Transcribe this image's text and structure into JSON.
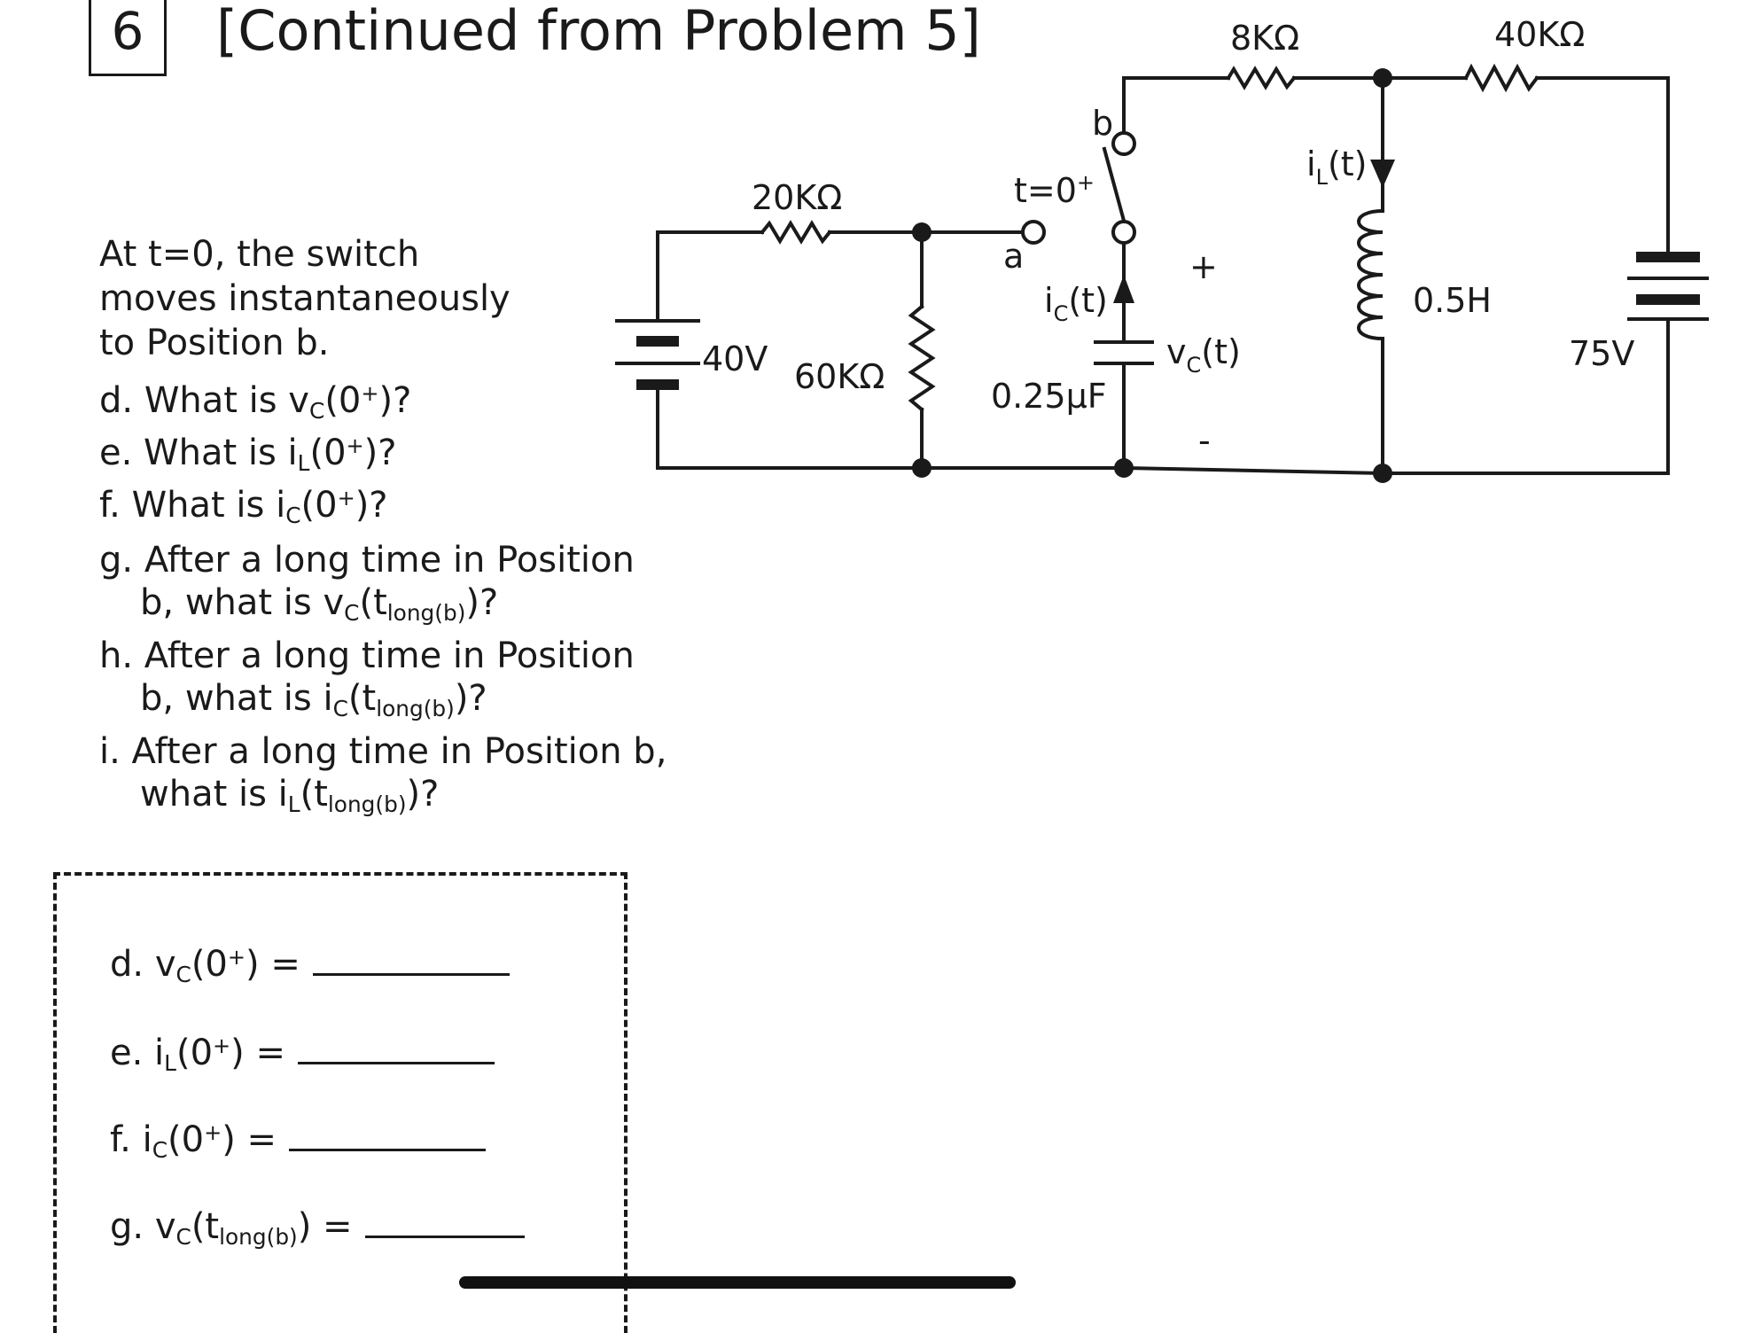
{
  "header": {
    "number": "6",
    "title": "[Continued from Problem 5]"
  },
  "intro": [
    "At t=0, the  switch",
    "moves instantaneously",
    "to Position b."
  ],
  "questions": {
    "d": "d. What is v",
    "d_sub": "C",
    "d_rest": "(0",
    "d_sup": "+",
    "d_end": ")?",
    "e": "e. What is i",
    "e_sub": "L",
    "e_rest": "(0",
    "e_sup": "+",
    "e_end": ")?",
    "f": "f. What is i",
    "f_sub": "C",
    "f_rest": "(0",
    "f_sup": "+",
    "f_end": ")?",
    "g1": "g. After a long time in Position",
    "g2": "b, what is v",
    "g_sub": "C",
    "g_t": "(t",
    "g_tsub": "long(b)",
    "g_end": ")?",
    "h1": "h. After a long time in Position",
    "h2": "b, what is i",
    "h_sub": "C",
    "h_t": "(t",
    "h_tsub": "long(b)",
    "h_end": ")?",
    "i1": "i. After a long time in Position b,",
    "i2": "what is i",
    "i_sub": "L",
    "i_t": "(t",
    "i_tsub": "long(b)",
    "i_end": ")?"
  },
  "answers": {
    "d": "d. v",
    "d_sub": "C",
    "d_rest": "(0",
    "d_sup": "+",
    "d_end": ") =",
    "e": "e. i",
    "e_sub": "L",
    "e_rest": "(0",
    "e_sup": "+",
    "e_end": ") =",
    "f": "f. i",
    "f_sub": "C",
    "f_rest": "(0",
    "f_sup": "+",
    "f_end": ") =",
    "g": "g. v",
    "g_sub": "C",
    "g_t": "(t",
    "g_tsub": "long(b)",
    "g_end": ") ="
  },
  "circuit": {
    "r20": "20KΩ",
    "r60": "60KΩ",
    "r8": "8KΩ",
    "r40": "40KΩ",
    "v40": "40V",
    "v75": "75V",
    "switch_time": "t=0",
    "switch_time_sup": "+",
    "pos_a": "a",
    "pos_b": "b",
    "cap": "0.25µF",
    "ic": "i",
    "ic_sub": "C",
    "ic_t": "(t)",
    "vc": "v",
    "vc_sub": "C",
    "vc_t": "(t)",
    "plus": "+",
    "minus": "-",
    "il": "i",
    "il_sub": "L",
    "il_t": "(t)",
    "ind": "0.5H"
  }
}
